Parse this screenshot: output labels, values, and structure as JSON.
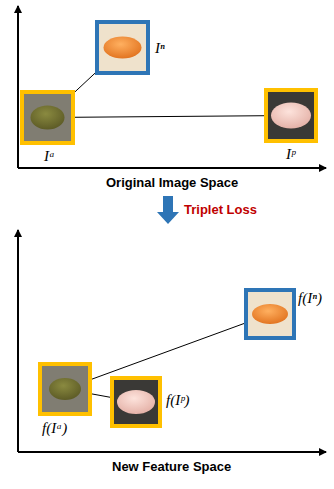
{
  "diagram": {
    "nodes": [
      {
        "text": [
          "Iⁿ"
        ]
      },
      {
        "text": [
          "Iᵃ"
        ]
      },
      {
        "text": [
          "Iᵖ"
        ]
      },
      {
        "text": [
          "f(Iⁿ)"
        ]
      },
      {
        "text": [
          "f(Iᵃ)"
        ]
      },
      {
        "text": [
          "f(Iᵖ)"
        ]
      }
    ],
    "edges": [
      {
        "from": 1,
        "to": 0,
        "arrow": "none"
      },
      {
        "from": 1,
        "to": 2,
        "arrow": "none"
      },
      {
        "from": 4,
        "to": 3,
        "arrow": "none"
      },
      {
        "from": 4,
        "to": 5,
        "arrow": "none"
      }
    ],
    "labels": [
      "Original Image Space",
      "Triplet Loss",
      "New Feature Space"
    ]
  }
}
